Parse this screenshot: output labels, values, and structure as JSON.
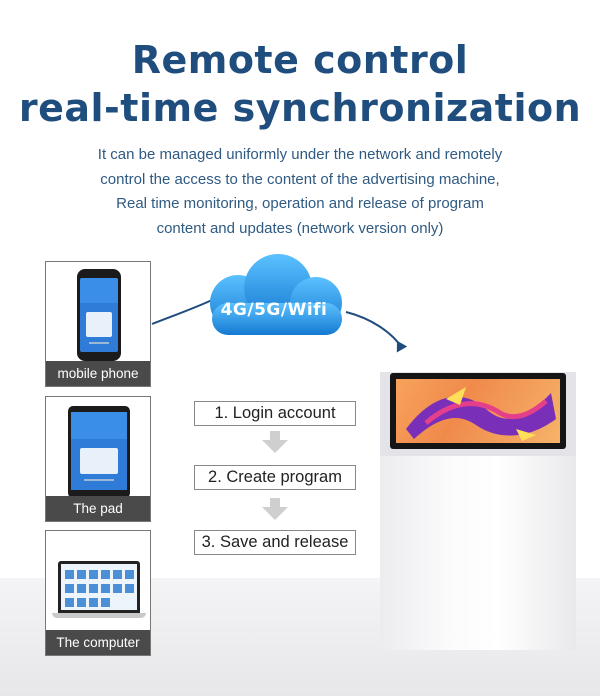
{
  "title": {
    "line1": "Remote control",
    "line2": "real-time synchronization"
  },
  "description": {
    "lines": [
      "It can be managed uniformly under the network and remotely",
      "control the access to the content of the advertising machine,",
      "Real time monitoring, operation and release of program",
      "content and updates (network version only)"
    ]
  },
  "devices": {
    "phone_label": "mobile phone",
    "pad_label": "The pad",
    "computer_label": "The computer"
  },
  "cloud": {
    "label": "4G/5G/Wifi"
  },
  "steps": [
    "1. Login account",
    "2. Create program",
    "3. Save and release"
  ],
  "colors": {
    "title": "#1f4e7e",
    "cloud": "#1f8fe0",
    "arrow": "#c8c8c8",
    "connector": "#1f4e7e"
  }
}
